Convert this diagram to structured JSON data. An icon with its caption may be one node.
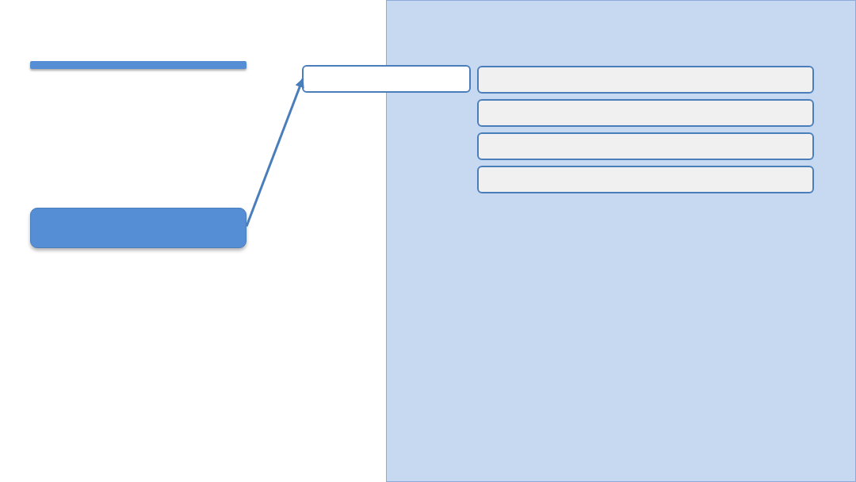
{
  "diagram": {
    "nodes": [
      {
        "text": [],
        "shape": "box"
      },
      {
        "text": [],
        "shape": "box"
      },
      {
        "text": [],
        "shape": "box",
        "in": 1
      },
      {
        "text": [],
        "shape": "box",
        "in": 1
      },
      {
        "text": [],
        "shape": "box",
        "in": 1
      },
      {
        "text": [],
        "shape": "box",
        "in": 1
      },
      {
        "text": [],
        "shape": "box"
      }
    ],
    "edges": [
      {
        "from": 6,
        "to": 0,
        "arrow": "to"
      }
    ]
  }
}
